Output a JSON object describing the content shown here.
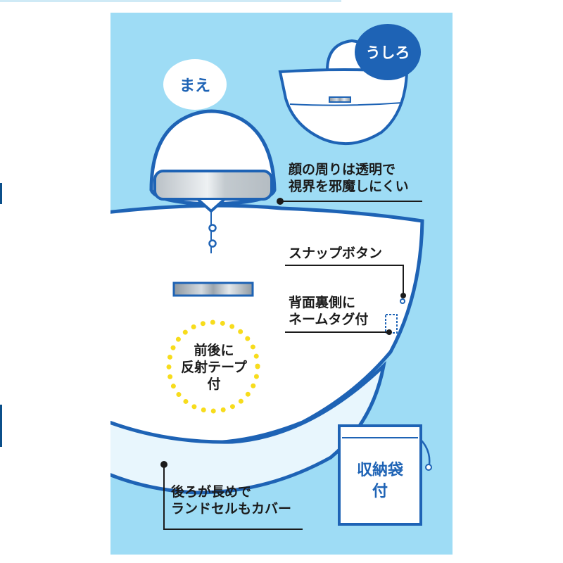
{
  "badges": {
    "front": "まえ",
    "back": "うしろ"
  },
  "callouts": {
    "face_line1": "顔の周りは透明で",
    "face_line2": "視界を邪魔しにくい",
    "snap": "スナップボタン",
    "tag_line1": "背面裏側に",
    "tag_line2": "ネームタグ付",
    "reflect_line1": "前後に",
    "reflect_line2": "反射テープ",
    "reflect_line3": "付",
    "back_line1": "後ろが長めで",
    "back_line2": "ランドセルもカバー",
    "bag_line1": "収納袋",
    "bag_line2": "付"
  },
  "colors": {
    "background": "#9edcf5",
    "accent": "#1e63b5",
    "dots": "#f7dc1c"
  }
}
